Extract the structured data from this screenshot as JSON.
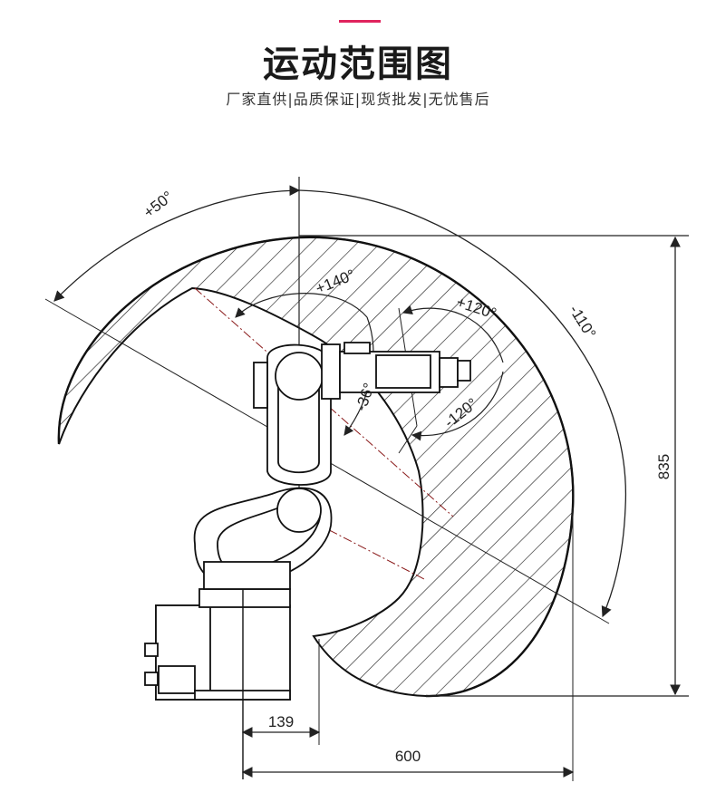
{
  "header": {
    "accent_color": "#e0245e",
    "title": "运动范围图",
    "subtitle": "厂家直供|品质保证|现货批发|无忧售后"
  },
  "diagram": {
    "angles": {
      "j1_pos": "+50°",
      "j3_pos": "+140°",
      "j5_pos": "+120°",
      "j2_neg": "-110°",
      "j3_neg": "-36°",
      "j5_neg": "-120°"
    },
    "dimensions": {
      "height": "835",
      "reach": "600",
      "offset": "139"
    }
  }
}
